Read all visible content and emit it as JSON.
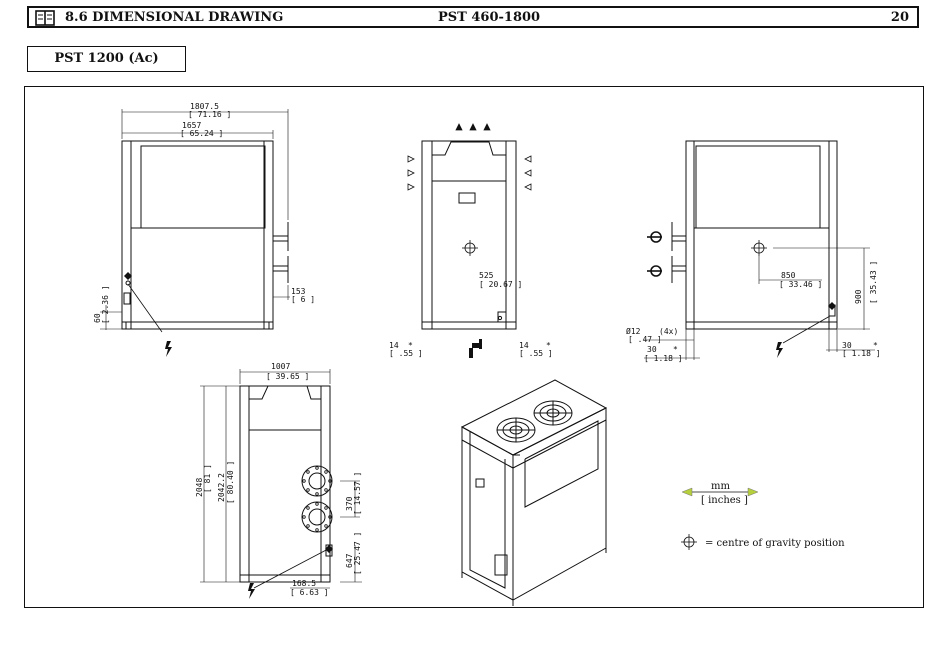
{
  "header": {
    "section_title": "8.6 DIMENSIONAL DRAWING",
    "model_range": "PST 460-1800",
    "page_number": "20"
  },
  "model_label": "PST 1200 (Ac)",
  "dimensions": {
    "front_total_width": "1807.5",
    "front_total_width_in": "[ 71.16 ]",
    "front_body_width": "1657",
    "front_body_width_in": "[ 65.24 ]",
    "pipe_offset": "153",
    "pipe_offset_in": "[ 6 ]",
    "power_height": "60",
    "power_height_in": "[ 2.36 ]",
    "cg_lateral": "525",
    "cg_lateral_in": "[ 20.67 ]",
    "foot_left": "14",
    "foot_left_in": "[ .55 ]",
    "foot_right": "14",
    "foot_right_in": "[ .55 ]",
    "cg_x": "850",
    "cg_x_in": "[ 33.46 ]",
    "cg_y": "900",
    "cg_y_in": "[ 35.43 ]",
    "hole_dia": "Ø12",
    "hole_count": "(4x)",
    "hole_dia_in": "[ .47 ]",
    "foot_offset_left": "30",
    "foot_offset_left_in": "[ 1.18 ]",
    "foot_offset_right": "30",
    "foot_offset_right_in": "[ 1.18 ]",
    "side_width": "1007",
    "side_width_in": "[ 39.65 ]",
    "total_height": "2048",
    "total_height_in": "[ 81 ]",
    "body_height": "2042.2",
    "body_height_in": "[ 80.40 ]",
    "flange_spacing": "370",
    "flange_spacing_in": "[ 14.57 ]",
    "outlet_height": "647",
    "outlet_height_in": "[ 25.47 ]",
    "power_offset": "168.5",
    "power_offset_in": "[ 6.63 ]"
  },
  "legend": {
    "mm": "mm",
    "inches": "[ inches ]",
    "cg_text": "= centre of gravity position"
  },
  "symbols": {
    "asterisk": "*",
    "book": "book-icon",
    "power": "lightning-icon",
    "cg": "center-of-gravity-icon",
    "water_in": "water-inlet-icon",
    "water_out": "water-outlet-icon",
    "drain": "drain-tap-icon"
  },
  "colors": {
    "line": "#111111",
    "arrow_green": "#b6cf3c"
  }
}
